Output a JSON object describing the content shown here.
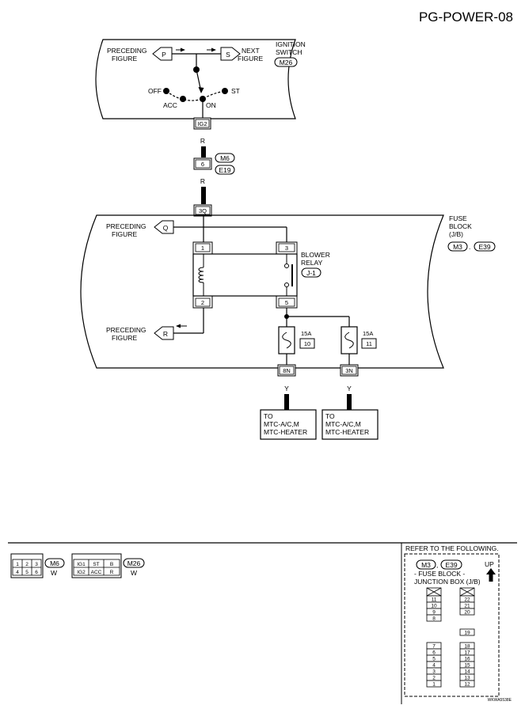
{
  "page_title": "PG-POWER-08",
  "ignition_switch": {
    "label_line1": "IGNITION",
    "label_line2": "SWITCH",
    "connector": "M26",
    "preceding_line1": "PRECEDING",
    "preceding_line2": "FIGURE",
    "preceding_marker": "P",
    "next_line1": "NEXT",
    "next_line2": "FIGURE",
    "next_marker": "S",
    "pos_off": "OFF",
    "pos_acc": "ACC",
    "pos_on": "ON",
    "pos_st": "ST",
    "terminal": "IG2"
  },
  "wire_upper": {
    "color1": "R",
    "joint_terminal": "6",
    "connector_a": "M6",
    "connector_b": "E19",
    "color2": "R"
  },
  "fuse_block": {
    "label_line1": "FUSE",
    "label_line2": "BLOCK",
    "label_line3": "(J/B)",
    "connector_a": "M3",
    "connector_b": "E39",
    "sep": ".",
    "terminal_in": "3Q",
    "preceding_q_line1": "PRECEDING",
    "preceding_q_line2": "FIGURE",
    "preceding_q_marker": "Q",
    "preceding_r_line1": "PRECEDING",
    "preceding_r_line2": "FIGURE",
    "preceding_r_marker": "R",
    "relay_label_line1": "BLOWER",
    "relay_label_line2": "RELAY",
    "relay_id": "J-1",
    "relay_pin_1": "1",
    "relay_pin_2": "2",
    "relay_pin_3": "3",
    "relay_pin_5": "5",
    "fuse1_amp": "15A",
    "fuse1_num": "10",
    "fuse2_amp": "15A",
    "fuse2_num": "11",
    "out1_terminal": "8N",
    "out2_terminal": "3N"
  },
  "outputs": [
    {
      "wire_color": "Y",
      "line1": "TO",
      "line2": "MTC-A/C,M",
      "line3": "MTC-HEATER"
    },
    {
      "wire_color": "Y",
      "line1": "TO",
      "line2": "MTC-A/C,M",
      "line3": "MTC-HEATER"
    }
  ],
  "legend": {
    "m6_cells": [
      "1",
      "2",
      "3",
      "4",
      "5",
      "6"
    ],
    "m6_connector": "M6",
    "m6_color": "W",
    "m26_cells": [
      "IG1",
      "ST",
      "B",
      "IG2",
      "ACC",
      "R"
    ],
    "m26_connector": "M26",
    "m26_color": "W"
  },
  "reference_box": {
    "heading": "REFER TO THE FOLLOWING.",
    "connector_a": "M3",
    "connector_b": "E39",
    "sep": ",",
    "line1": "- FUSE BLOCK -",
    "line2": "JUNCTION BOX (J/B)",
    "up_label": "UP",
    "left_col_top": [
      "11",
      "10",
      "9",
      "8"
    ],
    "left_col_bottom": [
      "7",
      "6",
      "5",
      "4",
      "3",
      "2",
      "1"
    ],
    "right_col_top": [
      "22",
      "21",
      "20"
    ],
    "right_col_mid": [
      "19"
    ],
    "right_col_bottom": [
      "18",
      "17",
      "16",
      "15",
      "14",
      "13",
      "12"
    ]
  },
  "figure_code": "WKWA5538E"
}
